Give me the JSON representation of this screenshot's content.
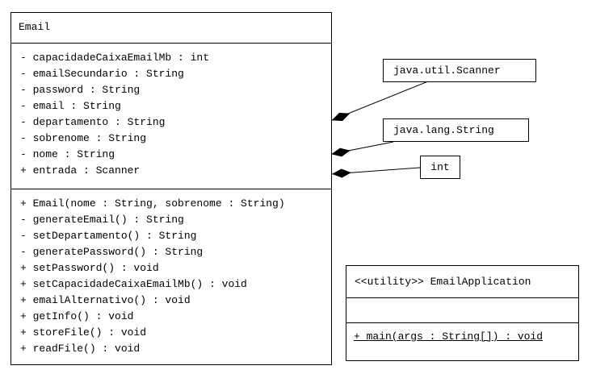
{
  "email_class": {
    "title": "Email",
    "attributes": [
      "- capacidadeCaixaEmailMb : int",
      "- emailSecundario : String",
      "- password : String",
      "- email : String",
      "- departamento : String",
      "- sobrenome : String",
      "- nome : String",
      "+ entrada : Scanner"
    ],
    "methods": [
      "+ Email(nome : String, sobrenome : String)",
      "- generateEmail() : String",
      "- setDepartamento() : String",
      "- generatePassword() : String",
      "+ setPassword() : void",
      "+ setCapacidadeCaixaEmailMb() : void",
      "+ emailAlternativo() : void",
      "+ getInfo() : void",
      "+ storeFile() : void",
      "+ readFile() : void"
    ]
  },
  "type_boxes": [
    {
      "label": "java.util.Scanner"
    },
    {
      "label": "java.lang.String"
    },
    {
      "label": "int"
    }
  ],
  "utility_class": {
    "title": "<<utility>> EmailApplication",
    "methods": [
      "+ main(args : String[]) : void"
    ]
  },
  "colors": {
    "border": "#000000",
    "text": "#000000",
    "background": "#ffffff"
  }
}
